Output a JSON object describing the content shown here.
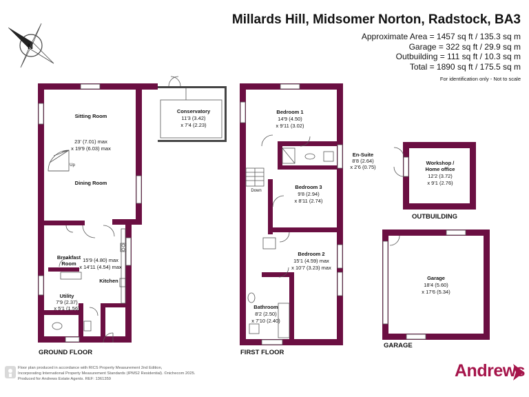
{
  "header": {
    "title": "Millards Hill, Midsomer Norton, Radstock, BA3",
    "approx_area": "Approximate Area = 1457 sq ft / 135.3 sq m",
    "garage_area": "Garage = 322 sq ft / 29.9 sq m",
    "outbuilding_area": "Outbuilding = 111 sq ft / 10.3 sq m",
    "total_area": "Total = 1890 sq ft / 175.5 sq m",
    "note": "For identification only - Not to scale"
  },
  "compass": {
    "letter": "N"
  },
  "rooms": {
    "sitting": {
      "name": "Sitting Room"
    },
    "conservatory": {
      "name": "Conservatory",
      "dim1": "11'3 (3.42)",
      "dim2": "x 7'4 (2.23)"
    },
    "sitting_dining": {
      "dim1": "23' (7.01) max",
      "dim2": "x 19'9 (6.03) max"
    },
    "up": {
      "label": "Up"
    },
    "dining": {
      "name": "Dining Room"
    },
    "breakfast": {
      "name1": "Breakfast",
      "name2": "Room"
    },
    "kitchen_breakfast": {
      "dim1": "15'9 (4.80) max",
      "dim2": "x 14'11 (4.54) max"
    },
    "kitchen": {
      "name": "Kitchen"
    },
    "utility": {
      "name": "Utility",
      "dim1": "7'9 (2.37)",
      "dim2": "x 5'1 (1.56)"
    },
    "bed1": {
      "name": "Bedroom 1",
      "dim1": "14'9 (4.50)",
      "dim2": "x 9'11 (3.02)"
    },
    "ensuite": {
      "name": "En-Suite",
      "dim1": "8'8 (2.64)",
      "dim2": "x 2'6 (0.75)"
    },
    "down": {
      "label": "Down"
    },
    "bed3": {
      "name": "Bedroom 3",
      "dim1": "9'8 (2.94)",
      "dim2": "x 8'11 (2.74)"
    },
    "bed2": {
      "name": "Bedroom 2",
      "dim1": "15'1 (4.59) max",
      "dim2": "x 10'7 (3.23) max"
    },
    "bathroom": {
      "name": "Bathroom",
      "dim1": "8'2 (2.50)",
      "dim2": "x 7'10 (2.40)"
    },
    "workshop": {
      "name1": "Workshop /",
      "name2": "Home office",
      "dim1": "12'2 (3.72)",
      "dim2": "x 9'1 (2.76)"
    },
    "garage": {
      "name": "Garage",
      "dim1": "18'4 (5.60)",
      "dim2": "x 17'6 (5.34)"
    }
  },
  "captions": {
    "ground": "GROUND FLOOR",
    "first": "FIRST FLOOR",
    "outbuilding": "OUTBUILDING",
    "garage": "GARAGE"
  },
  "footer": {
    "line1": "Floor plan produced in accordance with RICS Property Measurement 2nd Edition,",
    "line2": "Incorporating International Property Measurement Standards (IPMS2 Residential).  ©nichecom 2025.",
    "line3": "Produced for Andrews Estate Agents.   REF:  1361359"
  },
  "brand": {
    "name": "Andrews"
  },
  "colors": {
    "wall": "#6b0f42",
    "brand": "#a5144a",
    "text": "#111111"
  }
}
